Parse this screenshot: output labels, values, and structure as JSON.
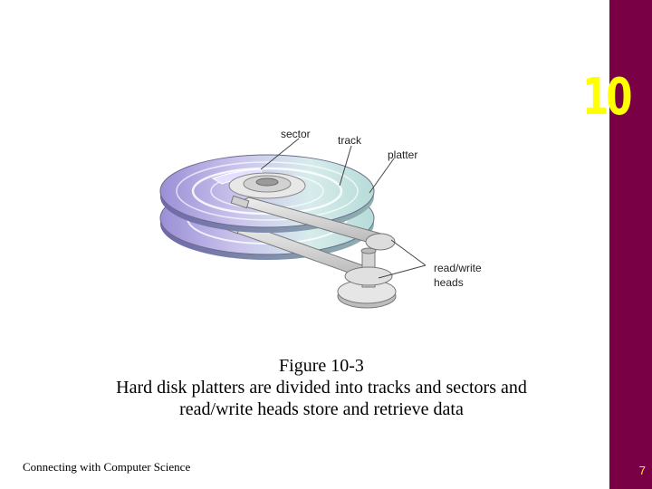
{
  "slide": {
    "chapter_number": "10",
    "page_number": "7",
    "footer": "Connecting with Computer Science",
    "caption_lines": [
      "Figure 10-3",
      "Hard disk platters are divided into tracks and sectors and",
      "read/write heads store and retrieve data"
    ]
  },
  "figure": {
    "labels": {
      "sector": "sector",
      "track": "track",
      "platter": "platter",
      "heads_line1": "read/write",
      "heads_line2": "heads"
    }
  },
  "colors": {
    "sidebar": "#7a0046",
    "chapter_number": "#ffff00",
    "page_number": "#ffff00"
  }
}
